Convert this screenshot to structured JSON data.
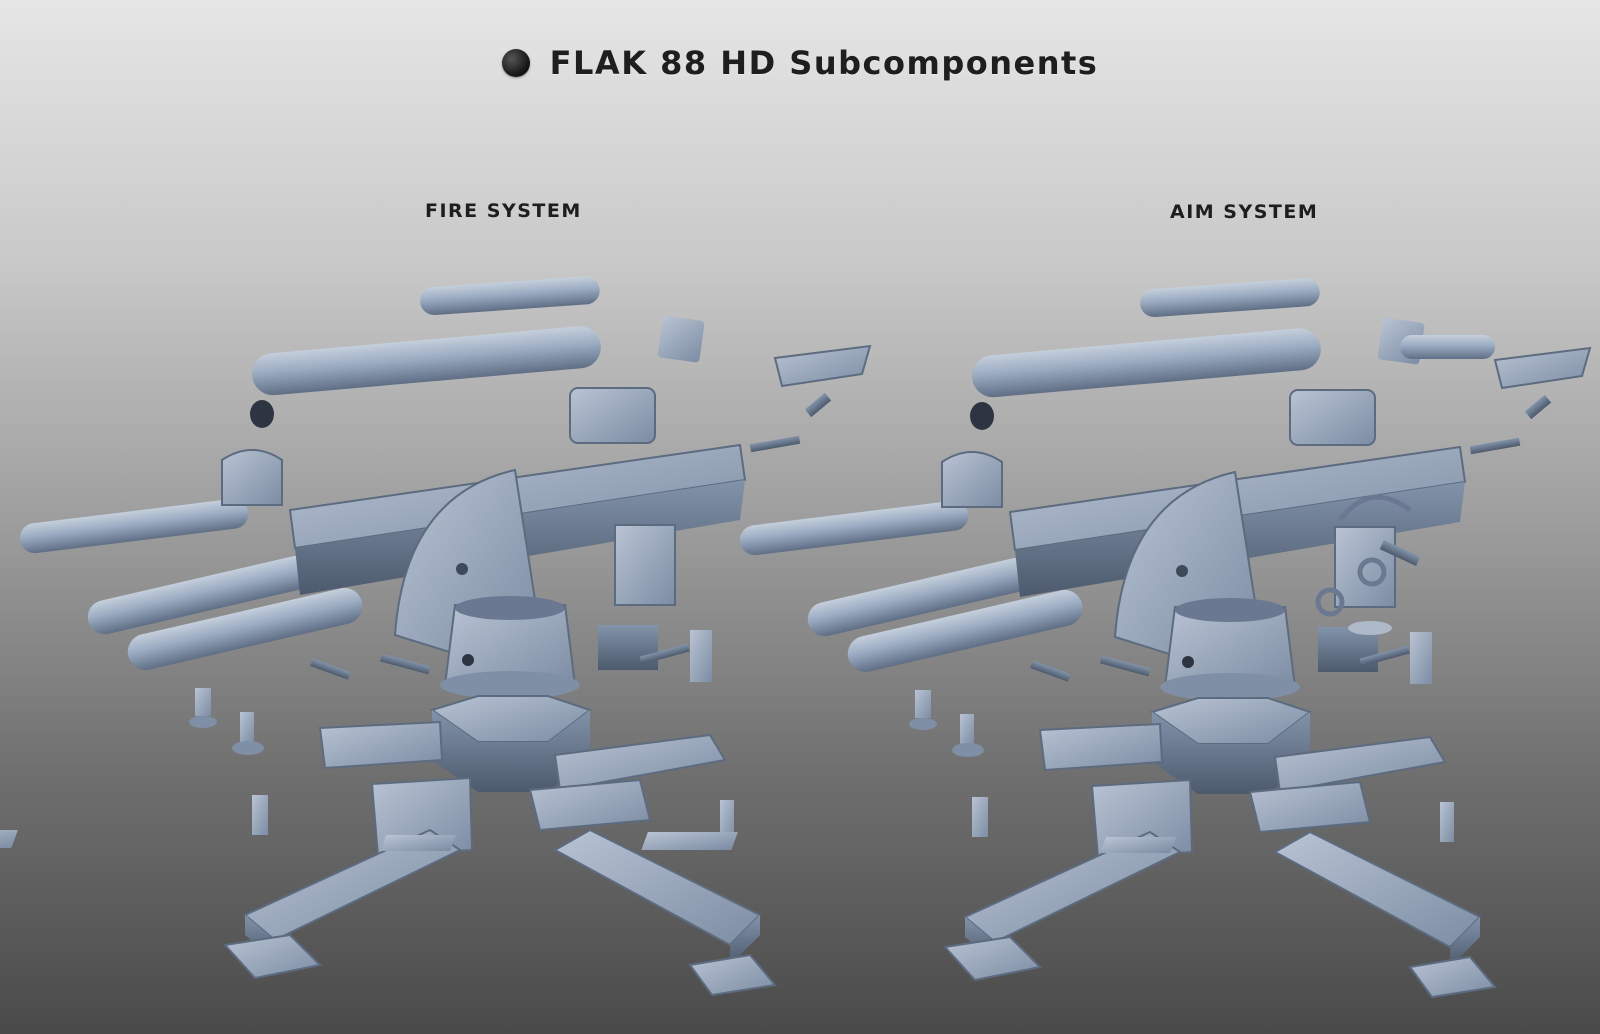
{
  "header": {
    "title": "FLAK 88 HD Subcomponents",
    "bullet_icon": "filled-circle-icon"
  },
  "sections": [
    {
      "label": "FIRE SYSTEM"
    },
    {
      "label": "AIM SYSTEM"
    }
  ],
  "colors": {
    "model_base": "#8fa0b6",
    "model_light": "#bcc7d6",
    "model_shadow": "#5d6b80",
    "title_text": "#1e1e1e"
  }
}
